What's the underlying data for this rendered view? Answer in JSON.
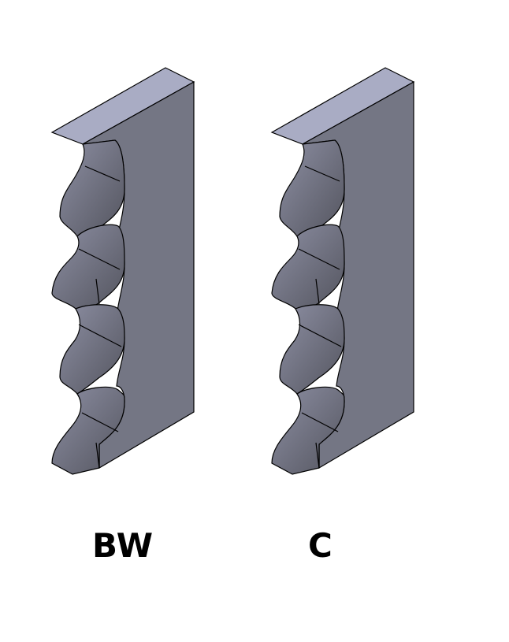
{
  "blades": [
    {
      "id": "bw",
      "label": "BW",
      "offset": 0
    },
    {
      "id": "c",
      "label": "C",
      "offset": 279
    }
  ],
  "colors": {
    "top_face": "#a9acc4",
    "front_face": "#747684",
    "tooth_light": "#8d8fa3",
    "tooth_dark": "#54555f",
    "edge": "#000000",
    "label": "#000000",
    "background": "#ffffff"
  }
}
